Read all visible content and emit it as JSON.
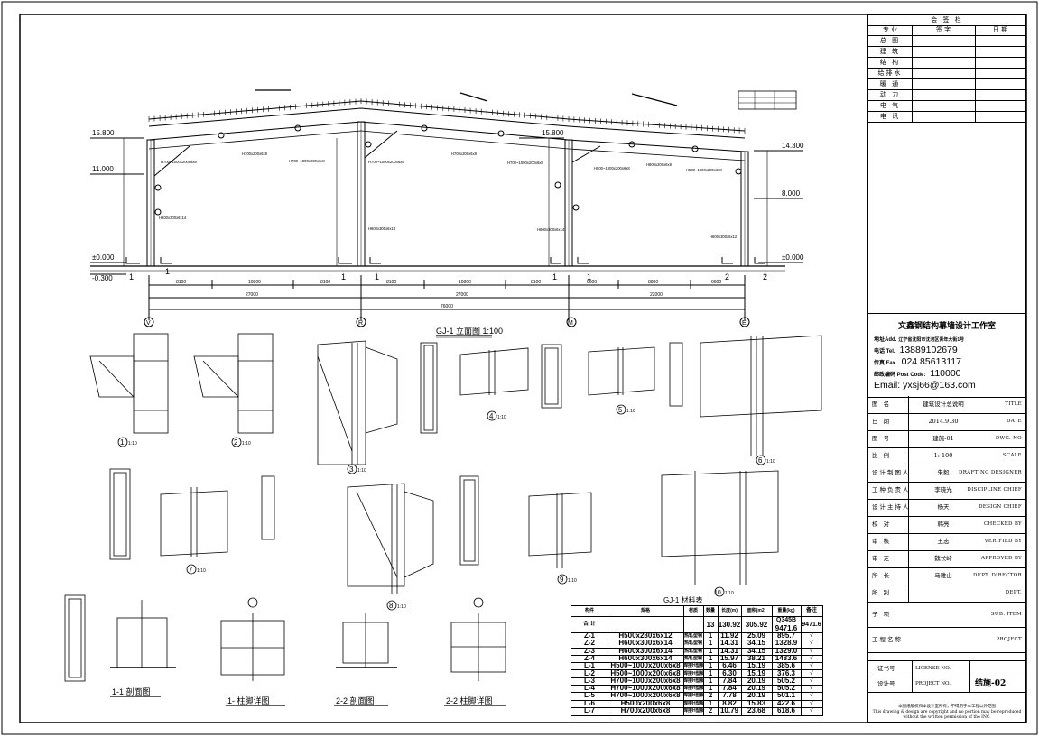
{
  "signoff": {
    "title": "会 签 栏",
    "col_major": "专 业",
    "col_sign": "签 字",
    "col_date": "日 期",
    "rows": [
      "总 图",
      "建 筑",
      "结 构",
      "给排水",
      "暖 通",
      "动 力",
      "电 气",
      "电 讯"
    ]
  },
  "office": {
    "name": "文鑫钢结构幕墙设计工作室",
    "addr_label": "地址Add.",
    "addr": "辽宁省沈阳市沈河区青年大街1号",
    "tel_label": "电话 Tel.",
    "tel": "13889102679",
    "fax_label": "传真 Fax.",
    "fax": "024 85613117",
    "post_label": "邮政编码 Post Code:",
    "post": "110000",
    "email_label": "Email:",
    "email": "yxsj66@163.com"
  },
  "titleblock": [
    {
      "k": "图 名",
      "v": "建筑设计总说明",
      "e": "TITLE"
    },
    {
      "k": "日 期",
      "v": "2014.9.30",
      "e": "DATE"
    },
    {
      "k": "图 号",
      "v": "建施-01",
      "e": "DWG. NO"
    },
    {
      "k": "比 例",
      "v": "1: 100",
      "e": "SCALE"
    },
    {
      "k": "设计制图人",
      "v": "朱毅",
      "e": "DRAFTING DESIGNER"
    },
    {
      "k": "工种负责人",
      "v": "李晓光",
      "e": "DISCIPLINE CHIEF"
    },
    {
      "k": "设计主持人",
      "v": "杨天",
      "e": "DESIGN CHIEF"
    },
    {
      "k": "校 对",
      "v": "韩亮",
      "e": "CHECKED BY"
    },
    {
      "k": "审 核",
      "v": "王志",
      "e": "VERIFIED BY"
    },
    {
      "k": "审 定",
      "v": "魏长岭",
      "e": "APPROVED BY"
    },
    {
      "k": "所 长",
      "v": "马雅山",
      "e": "DEPT. DIRECTOR"
    },
    {
      "k": "所 别",
      "v": "",
      "e": "DEPT."
    },
    {
      "k": "子 项",
      "v": "",
      "e": "SUB. ITEM"
    },
    {
      "k": "工程名称",
      "v": "",
      "e": "PROJECT"
    }
  ],
  "license": {
    "k": "证书号",
    "e": "LICENSE NO."
  },
  "project_no": {
    "k": "设计号",
    "e": "PROJECT NO.",
    "v": "结施-02"
  },
  "copyright_cn": "本图纸版权归本设计室所有，不得用于本工程以外范围",
  "copyright_en": "This drawing & design are copyright and no portion may be reproduced without the written permission of the INC.",
  "elevation": {
    "title": "GJ-1 立面图 1:100",
    "levels": [
      "15.800",
      "11.000",
      "±0.000",
      "-0.300",
      "15.800",
      "14.300",
      "8.000",
      "±0.000"
    ],
    "dims_small": [
      "8100",
      "10800",
      "8100",
      "8100",
      "10800",
      "8100",
      "6600",
      "8800",
      "6600"
    ],
    "dims_mid": [
      "27000",
      "27000",
      "22000"
    ],
    "dims_total": "76000",
    "axes": [
      "V",
      "R",
      "M",
      "E"
    ],
    "grid_nums": [
      "1",
      "1",
      "1",
      "1",
      "1",
      "1",
      "2",
      "2"
    ],
    "members": [
      "H700~1000x200x6x8",
      "H700x200x6x8",
      "H700~1000x200x6x8",
      "H700~1000x200x6x8",
      "H700x200x6x8",
      "H700~1000x200x6x8",
      "H500~1000x200x6x8",
      "H800x200x6x8",
      "H500~1000x200x6x8"
    ],
    "columns": [
      "H600x300x6x14",
      "H600x300x6x14",
      "H600x300x6x14",
      "H600x300x6x12"
    ]
  },
  "details": {
    "labels": [
      "1",
      "2",
      "3",
      "4",
      "5",
      "6",
      "7",
      "8",
      "9",
      "10"
    ],
    "scale": "1:10",
    "section_11": "1-1 剖面图",
    "foot_1": "1- 柱脚详图",
    "section_22": "2-2 剖面图",
    "foot_2": "2-2 柱脚详图"
  },
  "material_table": {
    "title": "GJ-1 材料表",
    "headers": [
      "构件",
      "规格",
      "材质",
      "数量",
      "长度(m)",
      "面积(m2)",
      "重量(kg)",
      "备注"
    ],
    "total": {
      "no": "合 计",
      "qty": "13",
      "len": "130.92",
      "area": "305.92",
      "wt": "9471.6",
      "wt2": "9471.6",
      "extra": "Q345B"
    },
    "rows": [
      [
        "Z-1",
        "H500x280x6x12",
        "热轧型钢",
        "1",
        "11.92",
        "25.09",
        "895.7",
        "√"
      ],
      [
        "Z-2",
        "H600x300x6x14",
        "热轧型钢",
        "1",
        "14.31",
        "34.15",
        "1328.9",
        "√"
      ],
      [
        "Z-3",
        "H600x300x6x14",
        "热轧型钢",
        "1",
        "14.31",
        "34.15",
        "1329.0",
        "√"
      ],
      [
        "Z-4",
        "H600x300x6x14",
        "热轧型钢",
        "1",
        "15.97",
        "38.21",
        "1483.6",
        "√"
      ],
      [
        "L-1",
        "H500~1000x200x6x8",
        "焊接H型钢",
        "1",
        "6.46",
        "15.19",
        "385.6",
        "√"
      ],
      [
        "L-2",
        "H500~1000x200x6x8",
        "焊接H型钢",
        "1",
        "6.30",
        "15.19",
        "376.3",
        "√"
      ],
      [
        "L-3",
        "H700~1000x200x6x8",
        "焊接H型钢",
        "1",
        "7.84",
        "20.19",
        "505.2",
        "√"
      ],
      [
        "L-4",
        "H700~1000x200x6x8",
        "焊接H型钢",
        "1",
        "7.84",
        "20.19",
        "505.2",
        "√"
      ],
      [
        "L-5",
        "H700~1000x200x6x8",
        "焊接H型钢",
        "2",
        "7.78",
        "20.19",
        "501.1",
        "√"
      ],
      [
        "L-6",
        "H500x200x6x8",
        "焊接H型钢",
        "1",
        "8.82",
        "15.83",
        "422.6",
        "√"
      ],
      [
        "L-7",
        "H700x200x6x8",
        "焊接H型钢",
        "2",
        "10.79",
        "23.68",
        "618.6",
        "√"
      ]
    ]
  }
}
